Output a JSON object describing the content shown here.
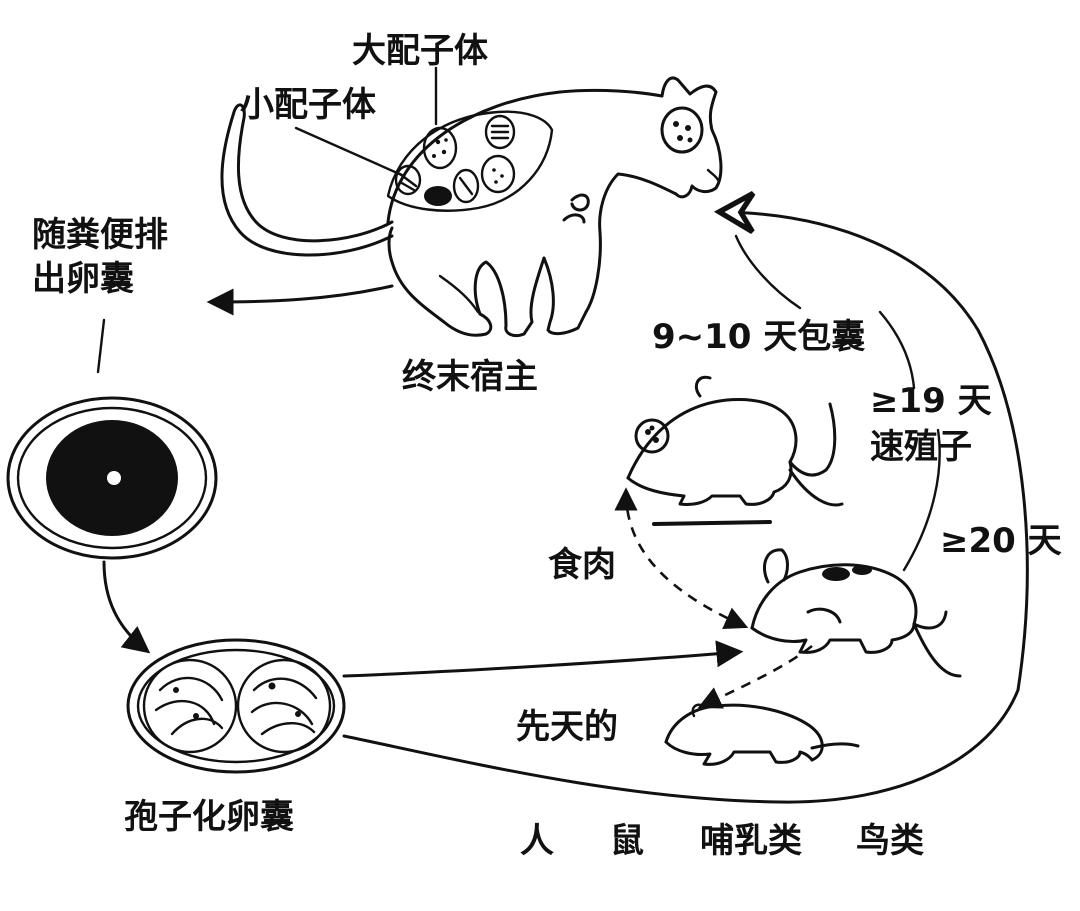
{
  "labels": {
    "macrogamete": "大配子体",
    "microgamete": "小配子体",
    "shed_oocysts_line1": "随粪便排",
    "shed_oocysts_line2": "出卵囊",
    "definitive_host": "终末宿主",
    "cyst_days": "9~10 天包囊",
    "tachyzoite_days": "≥19 天",
    "tachyzoite": "速殖子",
    "days_20": "≥20 天",
    "carnivory": "食肉",
    "congenital": "先天的",
    "sporulated_oocyst": "孢子化卵囊",
    "hosts_human": "人",
    "hosts_rodent": "鼠",
    "hosts_mammal": "哺乳类",
    "hosts_bird": "鸟类"
  },
  "colors": {
    "ink": "#111111",
    "background": "#ffffff"
  }
}
